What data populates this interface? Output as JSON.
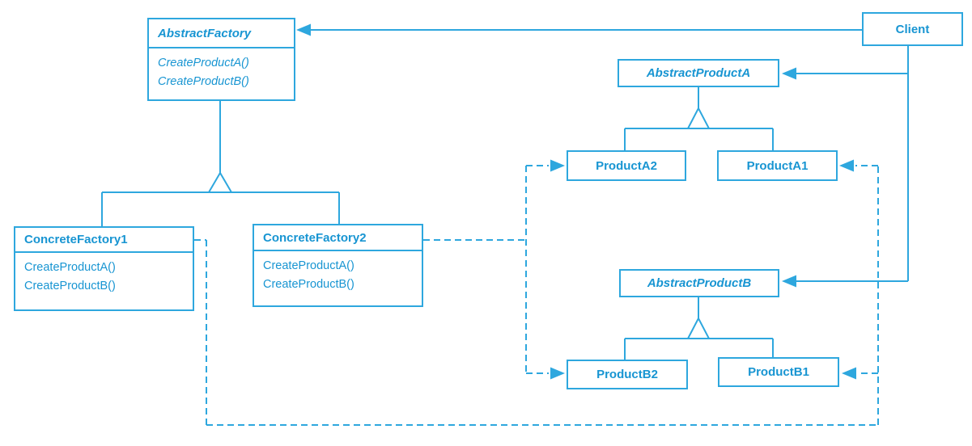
{
  "colors": {
    "line": "#2ea7de",
    "text": "#1895d2",
    "background": "#ffffff"
  },
  "classes": {
    "abstract_factory": {
      "name": "AbstractFactory",
      "methods": [
        "CreateProductA()",
        "CreateProductB()"
      ]
    },
    "client": {
      "name": "Client"
    },
    "abstract_product_a": {
      "name": "AbstractProductA"
    },
    "product_a2": {
      "name": "ProductA2"
    },
    "product_a1": {
      "name": "ProductA1"
    },
    "concrete_factory_1": {
      "name": "ConcreteFactory1",
      "methods": [
        "CreateProductA()",
        "CreateProductB()"
      ]
    },
    "concrete_factory_2": {
      "name": "ConcreteFactory2",
      "methods": [
        "CreateProductA()",
        "CreateProductB()"
      ]
    },
    "abstract_product_b": {
      "name": "AbstractProductB"
    },
    "product_b2": {
      "name": "ProductB2"
    },
    "product_b1": {
      "name": "ProductB1"
    }
  },
  "relationships": [
    {
      "type": "association-arrow",
      "from": "Client",
      "to": "AbstractFactory",
      "style": "solid"
    },
    {
      "type": "association-arrow",
      "from": "Client",
      "to": "AbstractProductA",
      "style": "solid"
    },
    {
      "type": "association-arrow",
      "from": "Client",
      "to": "AbstractProductB",
      "style": "solid"
    },
    {
      "type": "inheritance",
      "parent": "AbstractFactory",
      "children": [
        "ConcreteFactory1",
        "ConcreteFactory2"
      ]
    },
    {
      "type": "inheritance",
      "parent": "AbstractProductA",
      "children": [
        "ProductA2",
        "ProductA1"
      ]
    },
    {
      "type": "inheritance",
      "parent": "AbstractProductB",
      "children": [
        "ProductB2",
        "ProductB1"
      ]
    },
    {
      "type": "creates-arrow",
      "from": "ConcreteFactory2",
      "to": [
        "ProductA2",
        "ProductB2"
      ],
      "style": "dashed"
    },
    {
      "type": "creates-arrow",
      "from": "ConcreteFactory1",
      "to": [
        "ProductA1",
        "ProductB1"
      ],
      "style": "dashed"
    }
  ]
}
